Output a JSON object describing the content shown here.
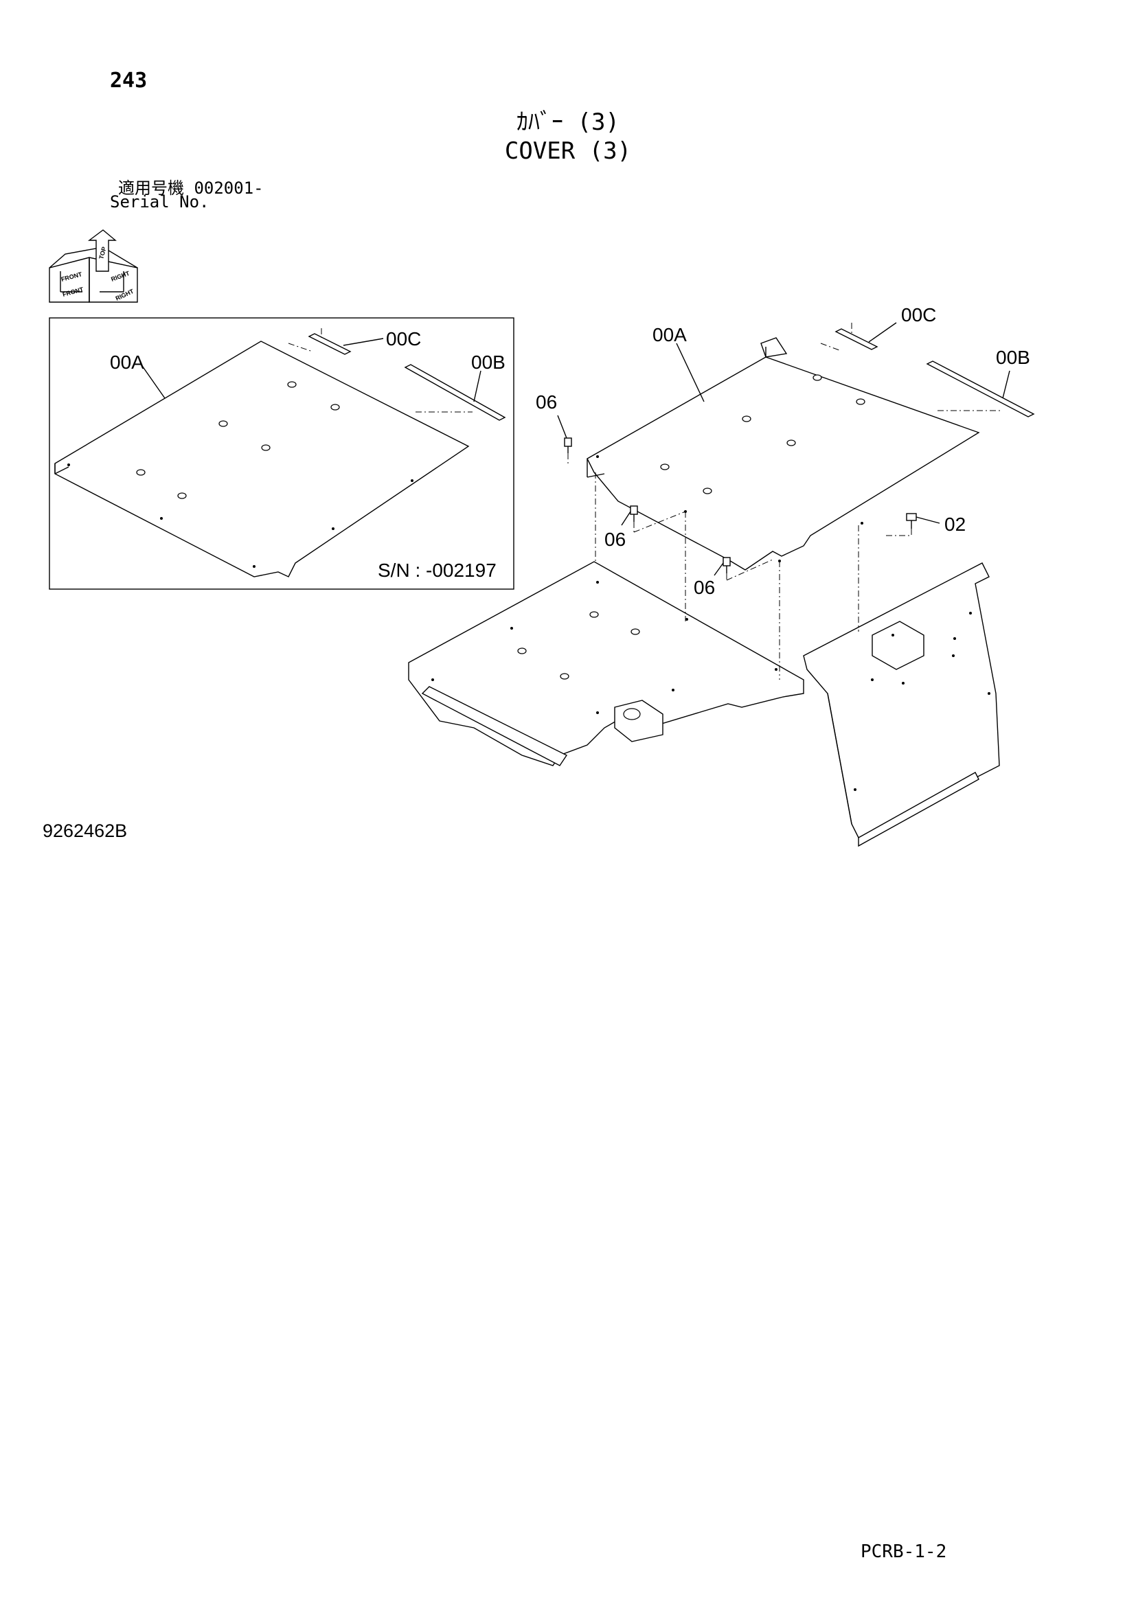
{
  "page": {
    "number": "243",
    "title_jp": "ｶﾊﾞｰ (3)",
    "title_en": "COVER (3)",
    "serial_label_jp": "適用号機  002001-",
    "serial_label_en": "Serial No.",
    "drawing_number": "9262462B",
    "page_code": "PCRB-1-2"
  },
  "orientation_cube": {
    "labels": [
      "TOP",
      "RIGHT",
      "FRONT",
      "FRONT",
      "RIGHT"
    ]
  },
  "inset": {
    "serial_range": "S/N : -002197",
    "callouts": [
      "00A",
      "00C",
      "00B"
    ]
  },
  "main_callouts": [
    "00A",
    "00C",
    "00B",
    "06",
    "06",
    "06",
    "02"
  ]
}
